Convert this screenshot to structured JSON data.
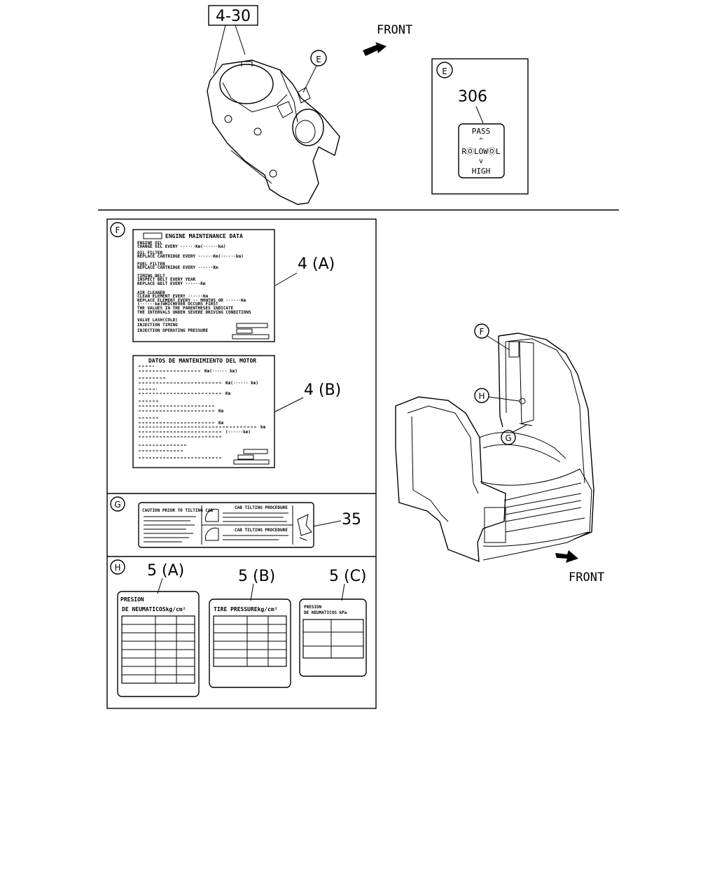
{
  "top": {
    "ref_box_label": "4-30",
    "front_label": "FRONT",
    "callout_e": "E"
  },
  "detail_e": {
    "callout": "E",
    "part_number": "306",
    "switch_top": "PASS",
    "switch_mid": "RⓄLOWⓄL",
    "switch_bottom": "HIGH"
  },
  "panel_f": {
    "callout": "F",
    "label_a_number": "4 (A)",
    "label_b_number": "4 (B)",
    "label_a_title": "ENGINE MAINTENANCE DATA",
    "label_a_lines": [
      "ENGINE OIL",
      "CHANGE OIL EVERY ······Km(······km)",
      "OIL FILTER",
      "REPLACE CARTRIDGE EVERY ······Km(······km)",
      "FUEL FILTER",
      "REPLACE CARTRIDGE EVERY ······Km",
      "TIMING BELT",
      "INSPECT BELT EVERY YEAR",
      "REPLACE BELT EVERY ······Km",
      "AIR CLEANER",
      "CLEAN ELEMENT EVERY ······Km",
      "REPLACE ELEMENT EVERY ·· MONTHS OR ······Km",
      "(······km)WHICHEVER OCCURS FIRST",
      "THE VALUES IN THE PARENTHESES INDICATE",
      "THE INTERVALS UNDER SEVERE DRIVING CONDITIONS",
      "VALVE LASH(COLD)",
      "INJECTION TIMING",
      "INJECTION OPERATING PRESSURE"
    ],
    "label_b_title": "DATOS DE MANTENIMIENTO DEL MOTOR",
    "label_b_units": [
      "Km(······ km)",
      "Km(······ km)",
      "Km",
      "Km",
      "Km",
      "km",
      "(······km)"
    ]
  },
  "panel_g": {
    "callout": "G",
    "label_number": "35",
    "label_left_title": "CAUTION PRIOR TO TILTING CAB",
    "label_right_title_1": "CAB TILTING PROCEDURE",
    "label_right_title_2": "CAB TILTING PROCEDURE"
  },
  "panel_h": {
    "callout": "H",
    "label_a_number": "5 (A)",
    "label_b_number": "5 (B)",
    "label_c_number": "5 (C)",
    "label_a_title_1": "PRESION",
    "label_a_title_2": "DE NEUMATICOSkg/cm²",
    "label_b_title": "TIRE PRESSUREkg/cm²",
    "label_c_title_1": "PRESION",
    "label_c_title_2": "DE NEUMATICOS kPa"
  },
  "cab": {
    "callout_f": "F",
    "callout_h": "H",
    "callout_g": "G",
    "front_label": "FRONT"
  }
}
